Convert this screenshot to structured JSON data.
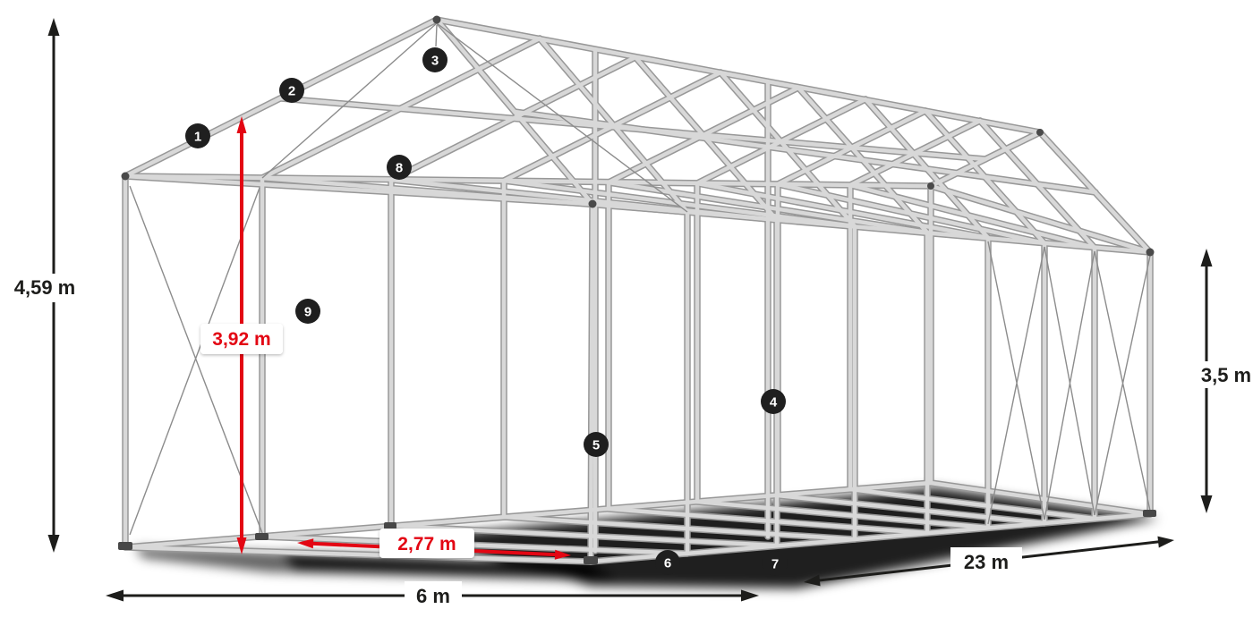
{
  "diagram": {
    "subject": "tent-frame-construction",
    "colors": {
      "background": "#ffffff",
      "frame_light": "#d8d8d8",
      "frame_dark": "#989898",
      "dimension_color": "#1d1d1b",
      "accent_red": "#e30613",
      "badge_background": "#1f1f1f",
      "badge_text": "#ffffff"
    },
    "dimensions": {
      "total_height": {
        "label": "4,59 m"
      },
      "inner_height": {
        "label": "3,92 m"
      },
      "side_height": {
        "label": "3,5 m"
      },
      "front_width": {
        "label": "6 m"
      },
      "length": {
        "label": "23 m"
      },
      "inner_width": {
        "label": "2,77 m"
      }
    },
    "badges": [
      {
        "label": "1"
      },
      {
        "label": "2"
      },
      {
        "label": "3"
      },
      {
        "label": "4"
      },
      {
        "label": "5"
      },
      {
        "label": "6"
      },
      {
        "label": "7"
      },
      {
        "label": "8"
      },
      {
        "label": "9"
      }
    ]
  }
}
